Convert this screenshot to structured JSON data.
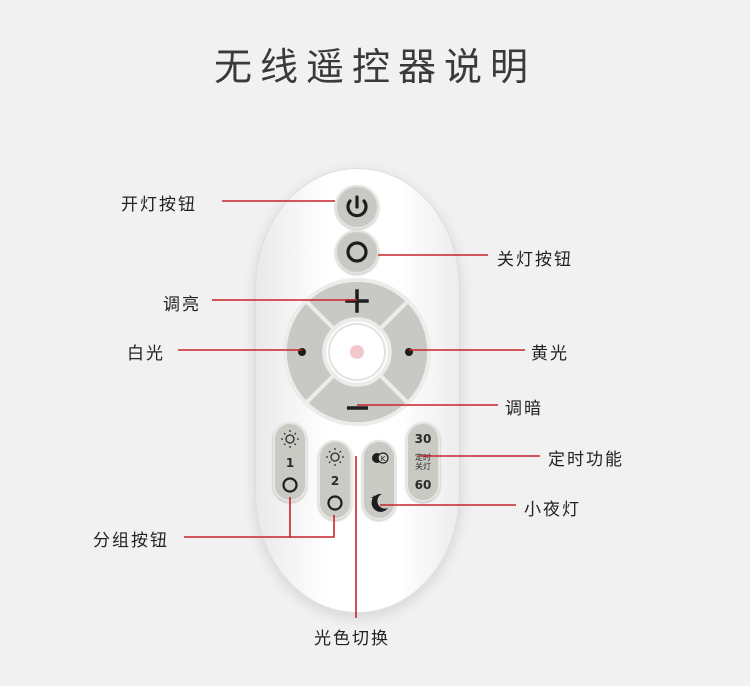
{
  "title": "无线遥控器说明",
  "labels": {
    "power_on": "开灯按钮",
    "power_off": "关灯按钮",
    "brighten": "调亮",
    "white_light": "白光",
    "yellow_light": "黄光",
    "dim": "调暗",
    "timer": "定时功能",
    "night_light": "小夜灯",
    "group_button": "分组按钮",
    "color_switch": "光色切换"
  },
  "remote": {
    "group1_label": "1",
    "group2_label": "2",
    "timer_top": "30",
    "timer_mid_line1": "定时",
    "timer_mid_line2": "关灯",
    "timer_bottom": "60",
    "k_symbol": "K"
  },
  "colors": {
    "line": "#c8242b",
    "button": "#c8c9c4"
  }
}
